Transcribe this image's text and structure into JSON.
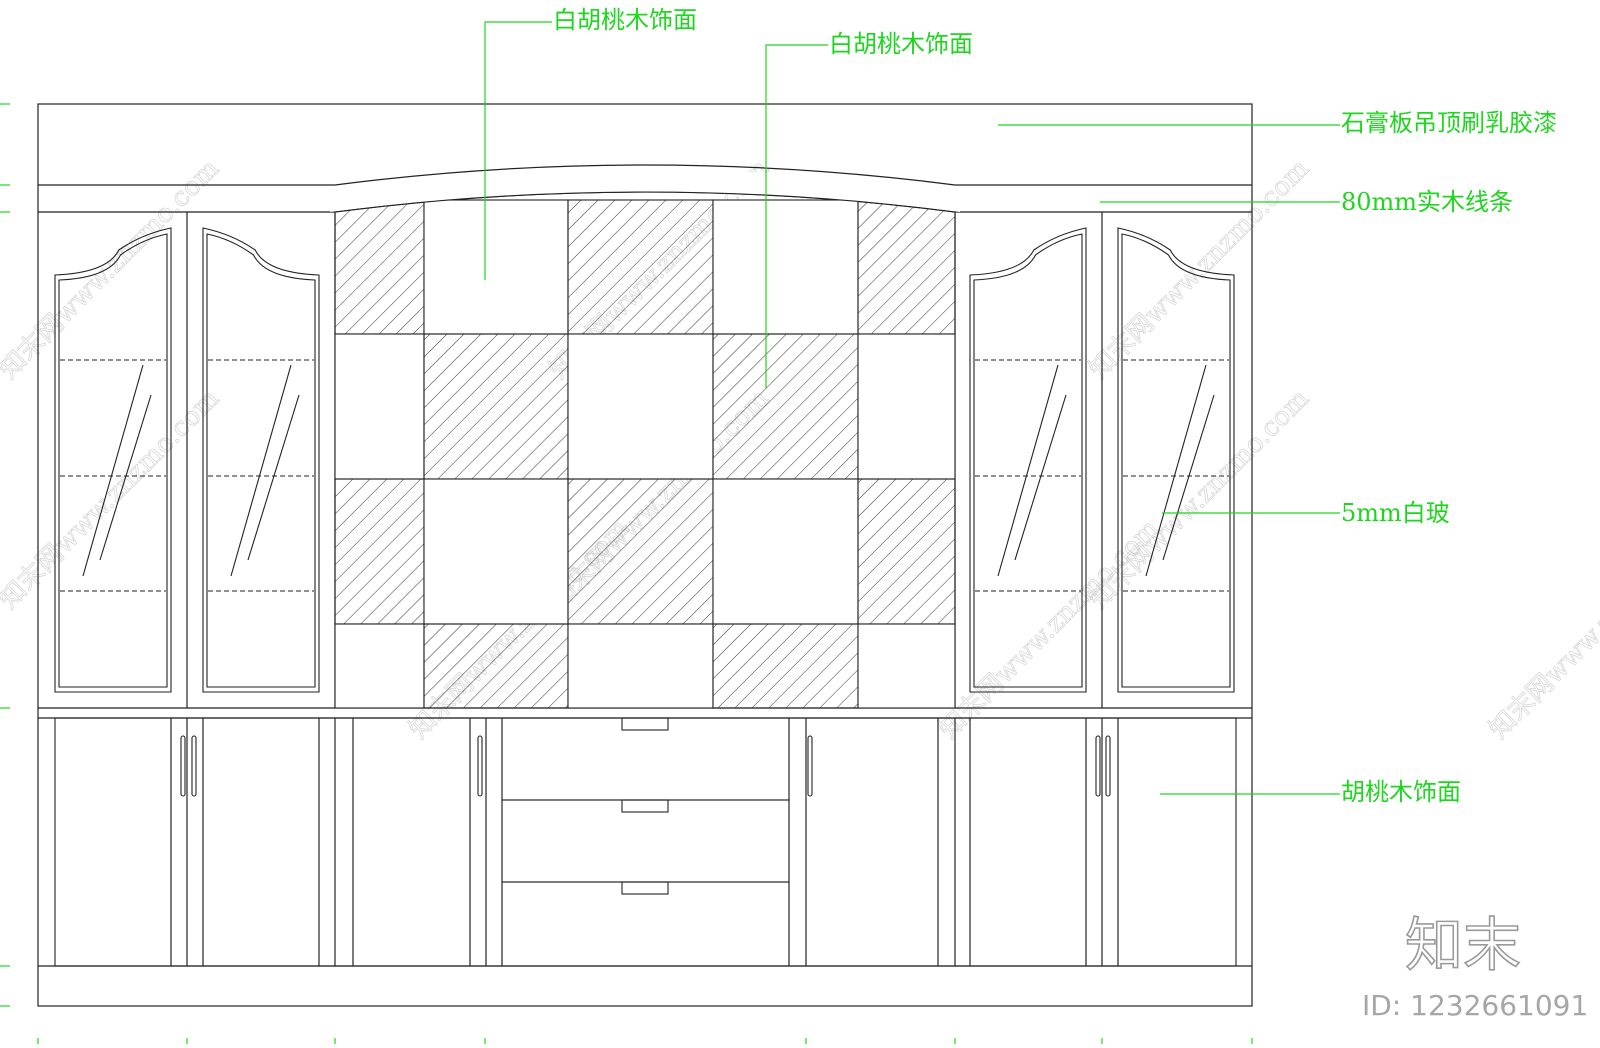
{
  "annotations": {
    "top_left": "白胡桃木饰面",
    "top_center": "白胡桃木饰面",
    "ceiling": "石膏板吊顶刷乳胶漆",
    "molding": "80mm实木线条",
    "glass": "5mm白玻",
    "base_cabinet": "胡桃木饰面"
  },
  "watermark": {
    "logo": "知末",
    "id": "ID: 1232661091",
    "repeat_text": "知末网www.znzmo.com"
  },
  "colors": {
    "line": "#000000",
    "annotation": "#1fd61f",
    "watermark": "#b8b8b8",
    "background": "#ffffff"
  }
}
